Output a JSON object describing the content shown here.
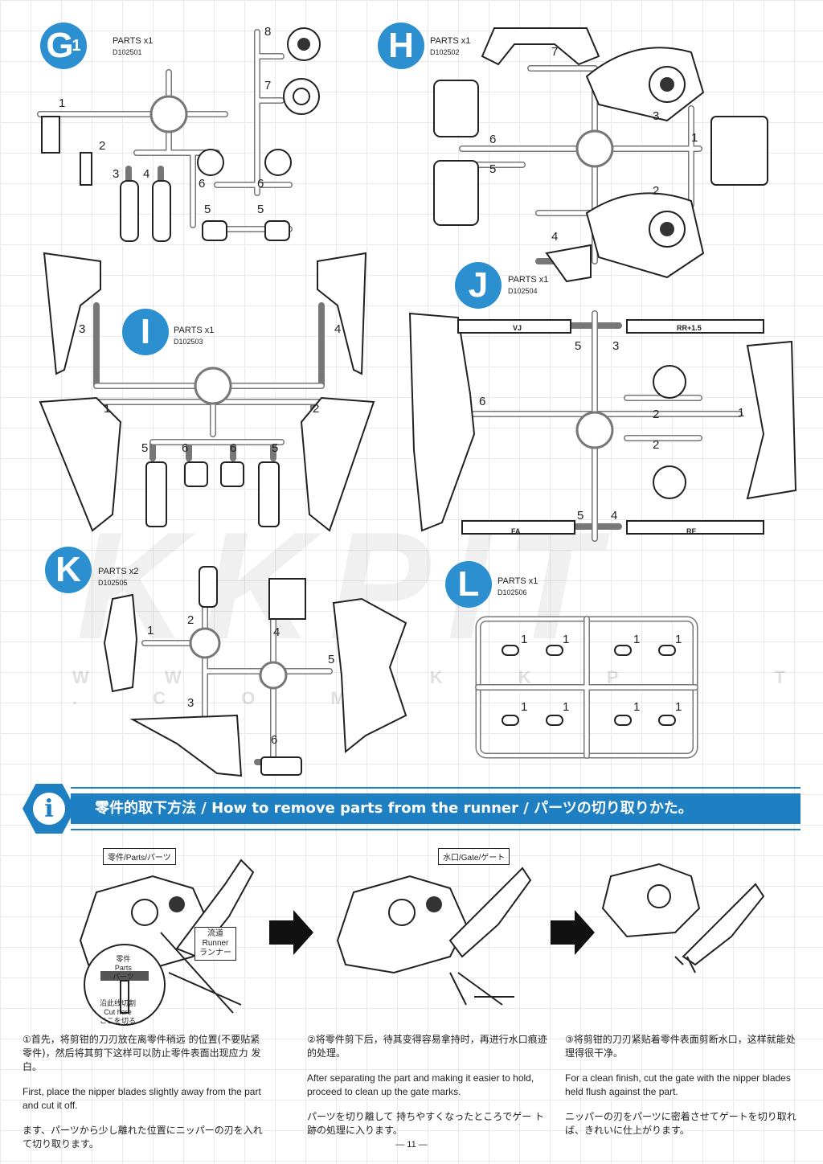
{
  "watermark": {
    "brand": "KKPIT",
    "url": "W W W . K K P I T . C O M"
  },
  "sections": {
    "g1": {
      "badge": "G",
      "badge_sub": "1",
      "parts": "PARTS x1",
      "code": "D102501",
      "numbers": [
        "8",
        "7",
        "1",
        "2",
        "3",
        "4",
        "6",
        "6",
        "5",
        "5"
      ]
    },
    "h": {
      "badge": "H",
      "parts": "PARTS x1",
      "code": "D102502",
      "numbers": [
        "7",
        "3",
        "1",
        "6",
        "5",
        "2",
        "4"
      ]
    },
    "i": {
      "badge": "I",
      "parts": "PARTS x1",
      "code": "D102503",
      "numbers": [
        "3",
        "4",
        "1",
        "2",
        "5",
        "6",
        "6",
        "5"
      ]
    },
    "j": {
      "badge": "J",
      "parts": "PARTS x1",
      "code": "D102504",
      "numbers": [
        "5",
        "3",
        "6",
        "2",
        "1",
        "2",
        "5",
        "4"
      ],
      "labels": [
        "VJ",
        "RR+1.5",
        "FA",
        "RF"
      ]
    },
    "k": {
      "badge": "K",
      "parts": "PARTS x2",
      "code": "D102505",
      "numbers": [
        "2",
        "1",
        "4",
        "5",
        "3",
        "6"
      ]
    },
    "l": {
      "badge": "L",
      "parts": "PARTS x1",
      "code": "D102506",
      "numbers": [
        "1",
        "1",
        "1",
        "1",
        "1",
        "1",
        "1",
        "1"
      ]
    }
  },
  "how_to": {
    "title": "零件的取下方法 / How to remove parts from the runner  / パーツの切り取りかた。",
    "callouts": {
      "parts": "零件/Parts/パーツ",
      "runner": [
        "流道",
        "Runner",
        "ランナー"
      ],
      "cut": [
        "零件",
        "Parts",
        "パーツ"
      ],
      "cut_here": [
        "沿此线切割",
        "Cut here",
        "ここを切る"
      ],
      "gate": "水口/Gate/ゲート"
    },
    "steps": [
      {
        "zh": "①首先，将剪钳的刀刃放在离零件稍远 的位置(不要贴紧零件)，然后将其剪下这样可以防止零件表面出现应力 发白。",
        "en": "First, place the nipper blades slightly away from the part and cut it off.",
        "ja": "ます、パーツから少し離れた位置にニッパーの刃を入れて切り取ります。"
      },
      {
        "zh": "②将零件剪下后，待其变得容易拿持时，再进行水口痕迹的处理。",
        "en": "After separating the part and making it easier to hold, proceed to clean up the gate marks.",
        "ja": "パーツを切り離して 持ちやすくなったところでゲー ト跡の処理に入ります。"
      },
      {
        "zh": "③将剪钳的刀刃紧贴着零件表面剪断水口，这样就能处理得很干净。",
        "en": "For a clean finish, cut the gate with the nipper blades held flush against the part.",
        "ja": "ニッパーの刃をパーツに密着させてゲートを切り取れば、きれいに仕上がります。"
      }
    ]
  },
  "footer": {
    "page": "— 11 —"
  },
  "colors": {
    "accent": "#1e7fc2",
    "badge": "#2b8fd0"
  }
}
